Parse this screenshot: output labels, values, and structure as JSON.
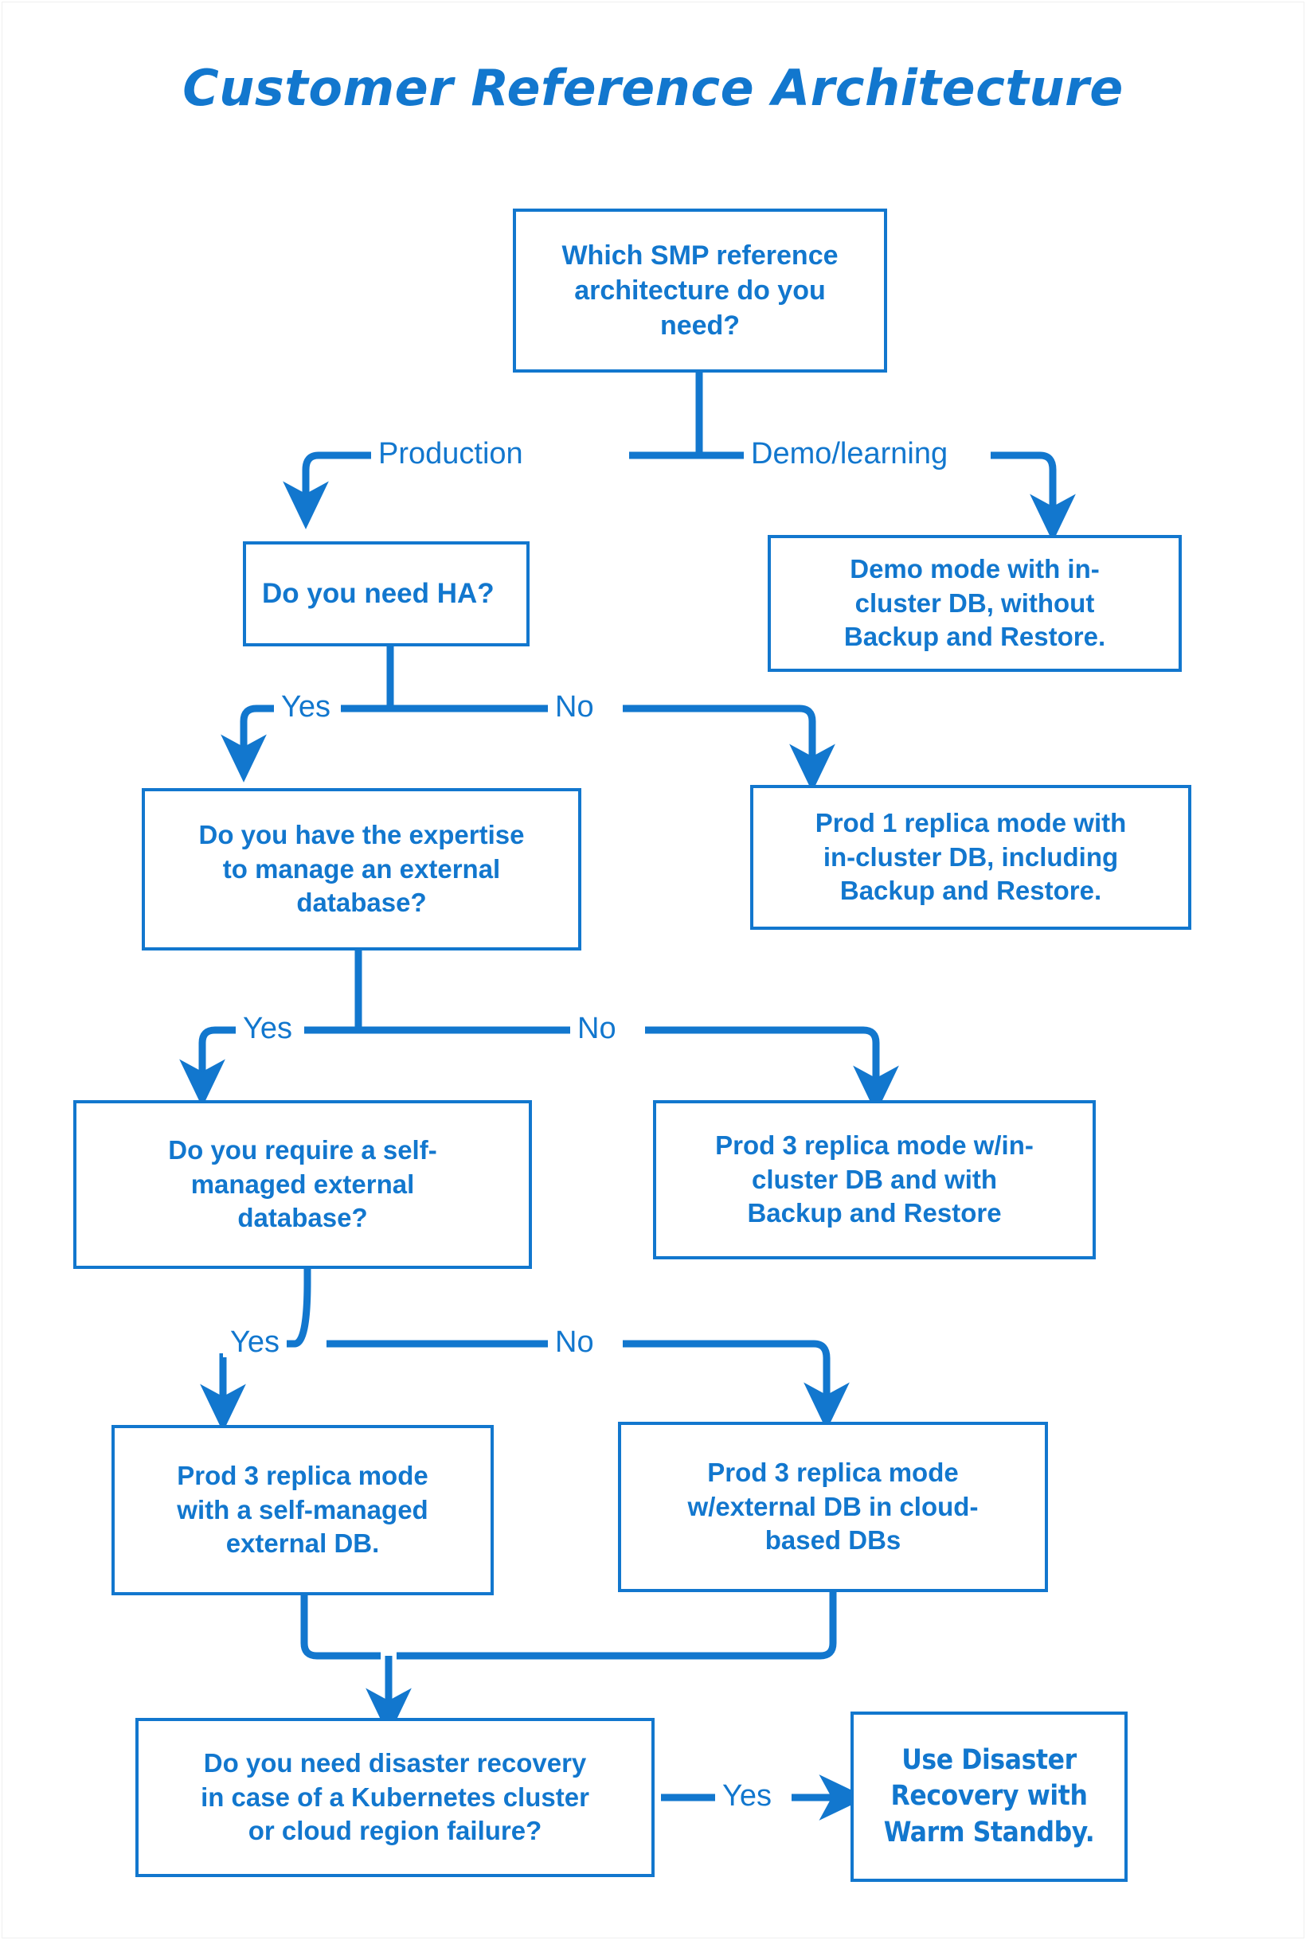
{
  "document": {
    "title": "Customer Reference Architecture",
    "accent_color": "#1277CE",
    "background_color": "#ffffff",
    "type": "decision-flowchart"
  },
  "nodes": {
    "root_question": "Which SMP reference\narchitecture do you\nneed?",
    "demo_outcome": "Demo mode with in-\ncluster DB, without\nBackup and Restore.",
    "ha_question": "Do you need HA?",
    "prod1_outcome": "Prod 1 replica mode with\nin-cluster DB, including\nBackup and Restore.",
    "expertise_question": "Do you have the expertise\nto manage an external\ndatabase?",
    "prod3_incluster_outcome": "Prod 3 replica mode w/in-\ncluster DB and with\nBackup and Restore",
    "selfmanaged_question": "Do you require a self-\nmanaged external\ndatabase?",
    "prod3_selfmanaged_outcome": "Prod 3 replica mode\nwith a self-managed\nexternal DB.",
    "prod3_cloud_outcome": "Prod 3 replica mode\nw/external DB in cloud-\nbased DBs",
    "dr_question": "Do you need disaster recovery\nin case of a Kubernetes cluster\nor cloud region failure?",
    "warm_standby_outcome": "Use Disaster\nRecovery with\nWarm Standby."
  },
  "edge_labels": {
    "production": "Production",
    "demo_learning": "Demo/learning",
    "ha_yes": "Yes",
    "ha_no": "No",
    "expertise_yes": "Yes",
    "expertise_no": "No",
    "selfmanaged_yes": "Yes",
    "selfmanaged_no": "No",
    "dr_yes": "Yes"
  },
  "chart_data": {
    "type": "diagram",
    "title": "Customer Reference Architecture",
    "diagram_kind": "decision flowchart",
    "nodes": [
      {
        "id": "root_question",
        "kind": "decision",
        "text": "Which SMP reference architecture do you need?"
      },
      {
        "id": "demo_outcome",
        "kind": "outcome",
        "text": "Demo mode with in-cluster DB, without Backup and Restore."
      },
      {
        "id": "ha_question",
        "kind": "decision",
        "text": "Do you need HA?"
      },
      {
        "id": "prod1_outcome",
        "kind": "outcome",
        "text": "Prod 1 replica mode with in-cluster DB, including Backup and Restore."
      },
      {
        "id": "expertise_question",
        "kind": "decision",
        "text": "Do you have the expertise to manage an external database?"
      },
      {
        "id": "prod3_incluster_outcome",
        "kind": "outcome",
        "text": "Prod 3 replica mode w/in-cluster DB and with Backup and Restore"
      },
      {
        "id": "selfmanaged_question",
        "kind": "decision",
        "text": "Do you require a self-managed external database?"
      },
      {
        "id": "prod3_selfmanaged_outcome",
        "kind": "outcome",
        "text": "Prod 3 replica mode with a self-managed external DB."
      },
      {
        "id": "prod3_cloud_outcome",
        "kind": "outcome",
        "text": "Prod 3 replica mode w/external DB in cloud-based DBs"
      },
      {
        "id": "dr_question",
        "kind": "decision",
        "text": "Do you need disaster recovery in case of a Kubernetes cluster or cloud region failure?"
      },
      {
        "id": "warm_standby_outcome",
        "kind": "outcome",
        "text": "Use Disaster Recovery with Warm Standby."
      }
    ],
    "edges": [
      {
        "from": "root_question",
        "to": "ha_question",
        "label": "Production"
      },
      {
        "from": "root_question",
        "to": "demo_outcome",
        "label": "Demo/learning"
      },
      {
        "from": "ha_question",
        "to": "expertise_question",
        "label": "Yes"
      },
      {
        "from": "ha_question",
        "to": "prod1_outcome",
        "label": "No"
      },
      {
        "from": "expertise_question",
        "to": "selfmanaged_question",
        "label": "Yes"
      },
      {
        "from": "expertise_question",
        "to": "prod3_incluster_outcome",
        "label": "No"
      },
      {
        "from": "selfmanaged_question",
        "to": "prod3_selfmanaged_outcome",
        "label": "Yes"
      },
      {
        "from": "selfmanaged_question",
        "to": "prod3_cloud_outcome",
        "label": "No"
      },
      {
        "from": "prod3_selfmanaged_outcome",
        "to": "dr_question",
        "label": ""
      },
      {
        "from": "prod3_cloud_outcome",
        "to": "dr_question",
        "label": ""
      },
      {
        "from": "dr_question",
        "to": "warm_standby_outcome",
        "label": "Yes"
      }
    ]
  }
}
